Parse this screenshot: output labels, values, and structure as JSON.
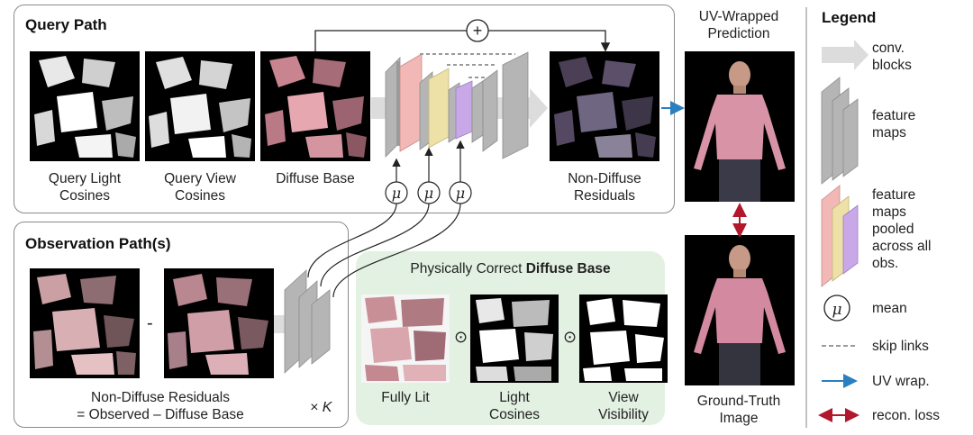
{
  "query_path": {
    "title": "Query Path",
    "captions": {
      "light_cosines": [
        "Query Light",
        "Cosines"
      ],
      "view_cosines": [
        "Query View",
        "Cosines"
      ],
      "diffuse_base": "Diffuse Base",
      "non_diffuse": [
        "Non-Diffuse",
        "Residuals"
      ]
    },
    "plus_symbol": "+",
    "mean_symbol": "μ"
  },
  "prediction": {
    "title": [
      "UV-Wrapped",
      "Prediction"
    ],
    "ground_truth": [
      "Ground-Truth",
      "Image"
    ]
  },
  "observation_path": {
    "title": "Observation Path(s)",
    "minus_symbol": "-",
    "caption": [
      "Non-Diffuse Residuals",
      "= Observed – Diffuse Base"
    ],
    "k_label": "× K"
  },
  "diffuse_panel": {
    "title_prefix": "Physically Correct ",
    "title_bold": "Diffuse Base",
    "dot_symbol": "⊙",
    "captions": {
      "fully_lit": "Fully Lit",
      "light_cosines": [
        "Light",
        "Cosines"
      ],
      "view_visibility": [
        "View",
        "Visibility"
      ]
    }
  },
  "legend": {
    "title": "Legend",
    "items": {
      "conv": [
        "conv.",
        "blocks"
      ],
      "feature": [
        "feature",
        "maps"
      ],
      "pooled": [
        "feature",
        "maps",
        "pooled",
        "across all",
        "obs."
      ],
      "mean": "mean",
      "mean_symbol": "μ",
      "skip": "skip links",
      "uvwrap": "UV wrap.",
      "recon": "recon. loss"
    }
  },
  "colors": {
    "uv_wrap_arrow": "#2a7fc0",
    "recon_loss_arrow": "#b2182b",
    "green_panel": "#e3f1e3",
    "feature_map_gray": "#a0a0a0",
    "pool_pink": "#f2b8b6",
    "pool_yellow": "#ede1a8",
    "pool_purple": "#c8a8e6"
  }
}
